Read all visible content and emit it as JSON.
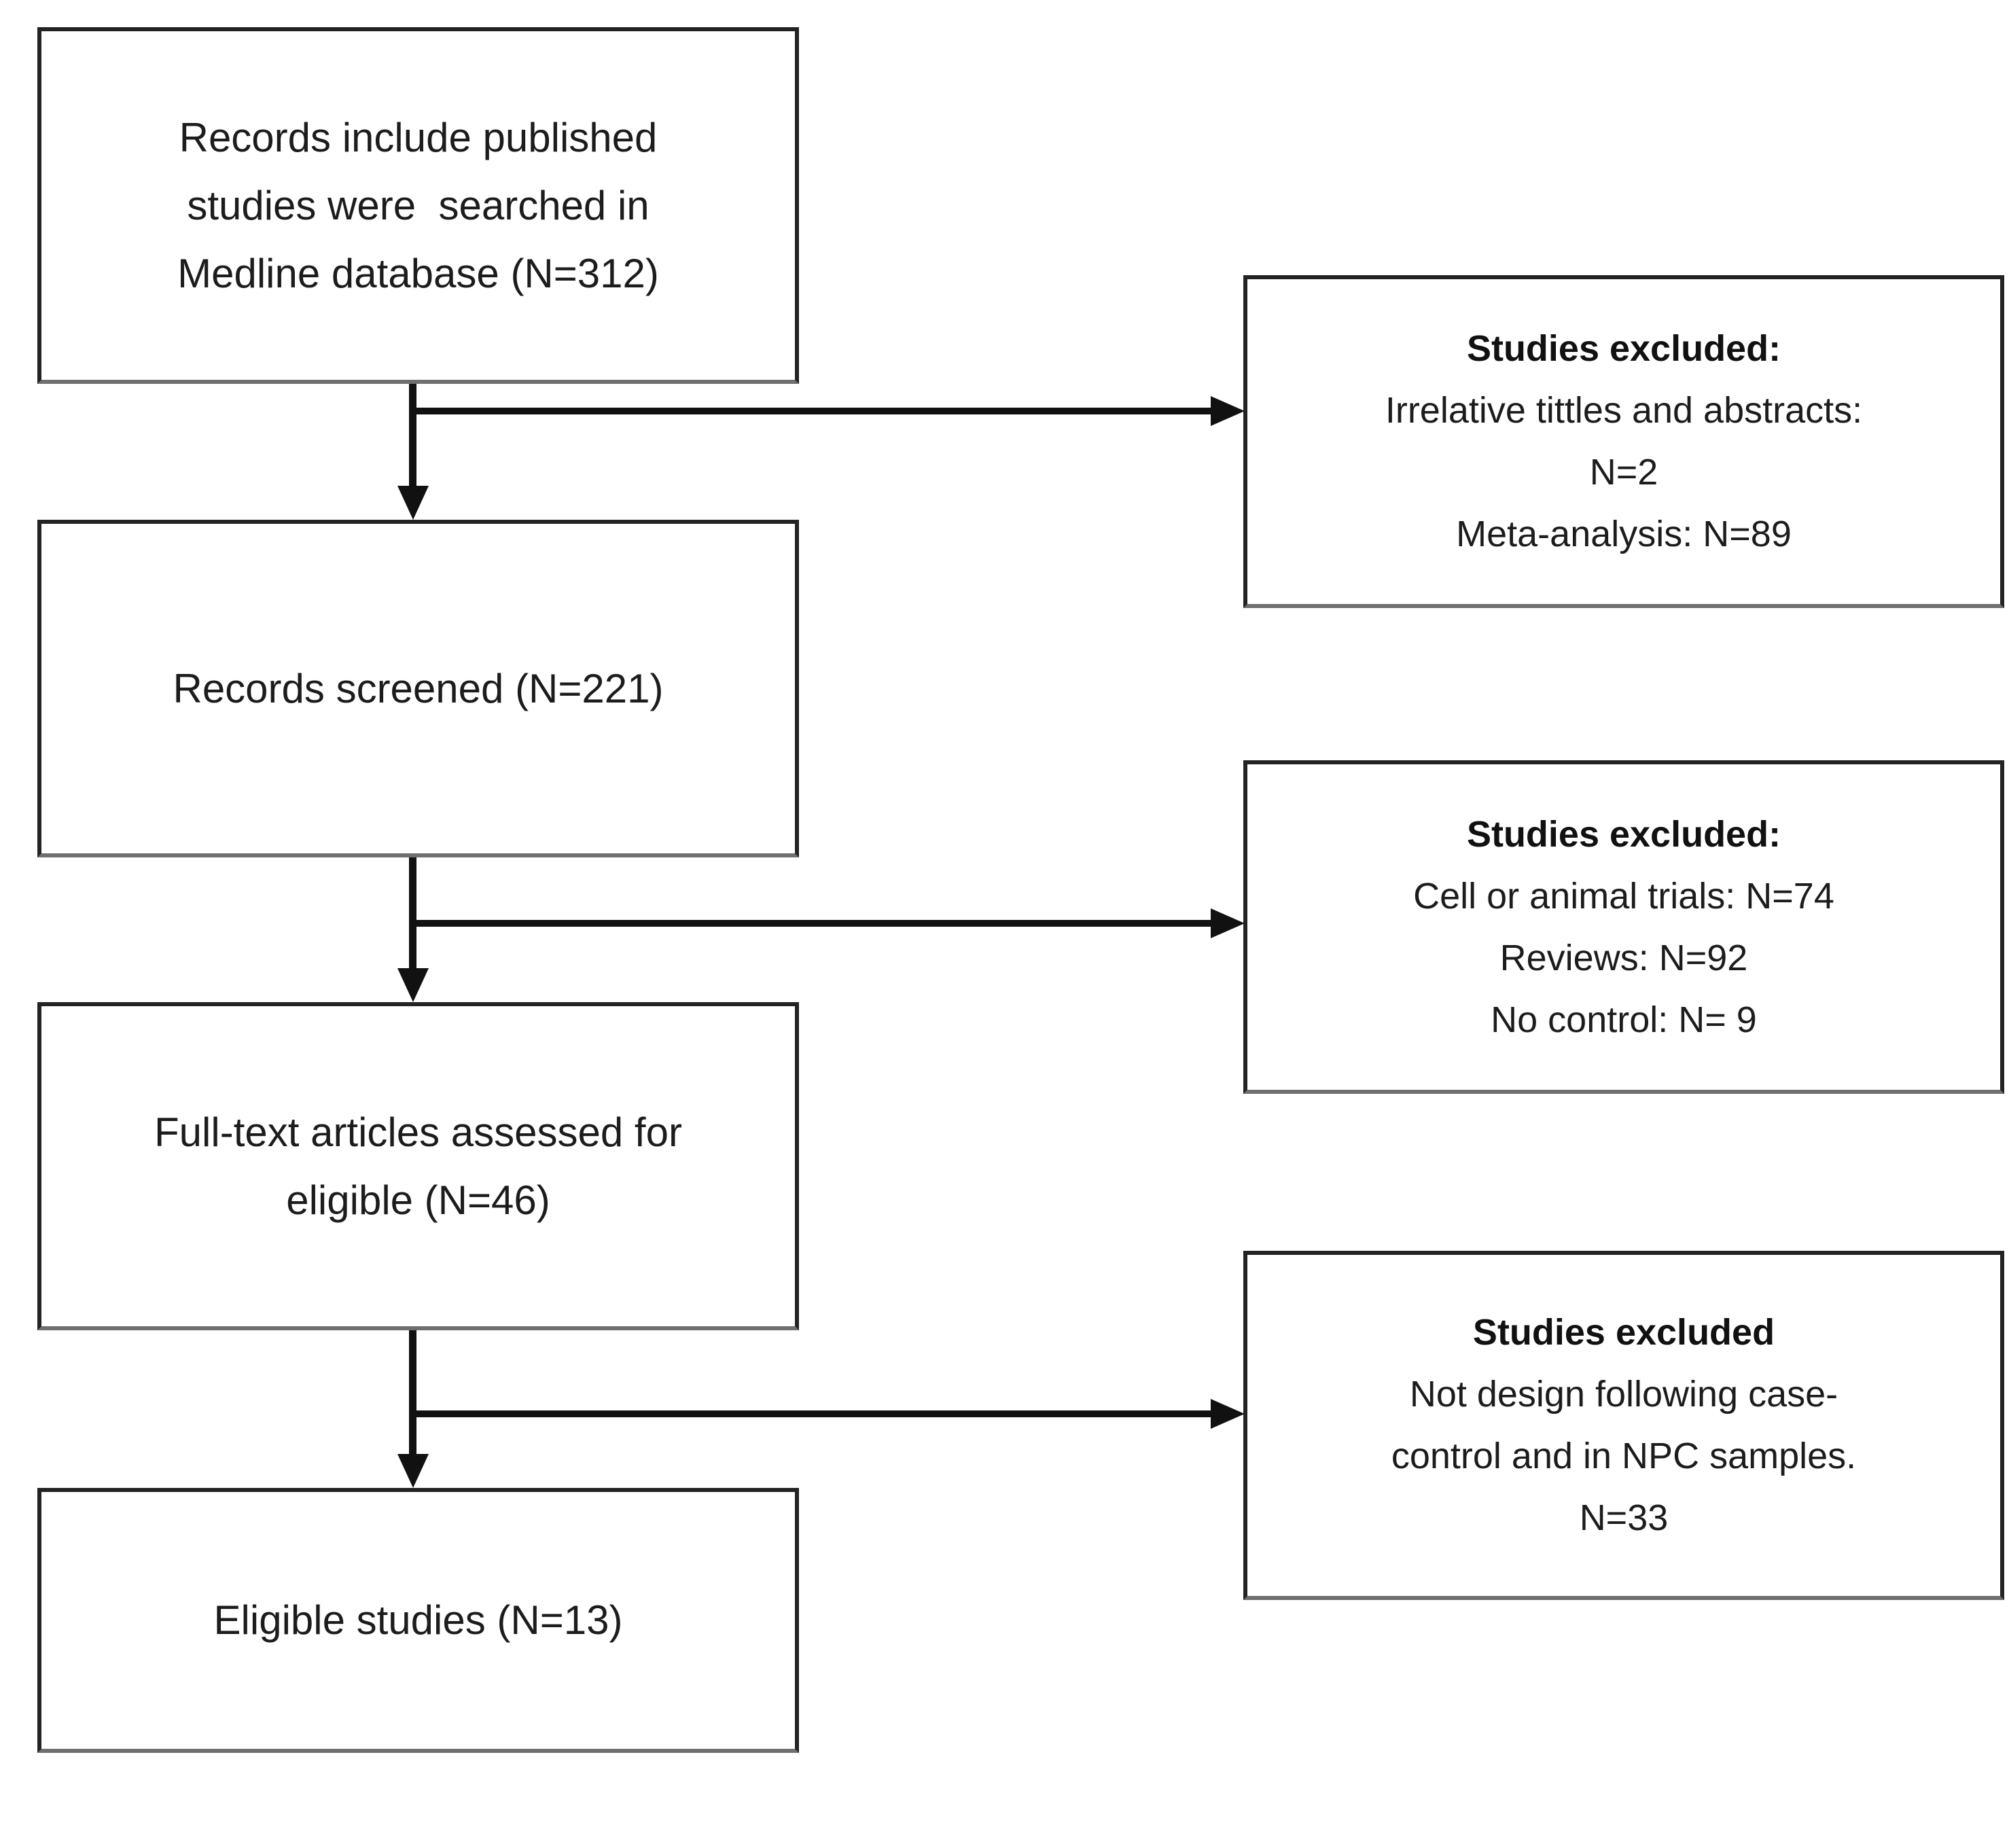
{
  "diagram": {
    "kind": "study-selection-flowchart",
    "colors": {
      "background": "#ffffff",
      "box_fill": "#ffffff",
      "box_border": "#232323",
      "box_border_shadow": "#6f6f6f",
      "text": "#1c1c1c",
      "arrow": "#111111"
    },
    "flow_boxes": [
      {
        "id": "records-identified",
        "n": 312,
        "text": "Records include published\nstudies were  searched in\nMedline database (N=312)"
      },
      {
        "id": "records-screened",
        "n": 221,
        "text": "Records screened (N=221)"
      },
      {
        "id": "fulltext-assessed",
        "n": 46,
        "text": "Full-text articles assessed for\neligible (N=46)"
      },
      {
        "id": "eligible-studies",
        "n": 13,
        "text": "Eligible studies (N=13)"
      }
    ],
    "exclusion_boxes": [
      {
        "id": "excluded-screening",
        "title": "Studies excluded:",
        "body": "Irrelative tittles and abstracts:\nN=2\nMeta-analysis: N=89"
      },
      {
        "id": "excluded-fulltext",
        "title": "Studies excluded:",
        "body": "Cell or animal trials: N=74\nReviews: N=92\nNo control: N= 9"
      },
      {
        "id": "excluded-design",
        "title": "Studies excluded",
        "body": "Not design following case-\ncontrol and in NPC samples.\nN=33"
      }
    ],
    "edges": [
      {
        "from": "records-identified",
        "to": "records-screened",
        "type": "down-arrow"
      },
      {
        "from": "records-identified",
        "to": "excluded-screening",
        "type": "branch-right-arrow"
      },
      {
        "from": "records-screened",
        "to": "fulltext-assessed",
        "type": "down-arrow"
      },
      {
        "from": "records-screened",
        "to": "excluded-fulltext",
        "type": "branch-right-arrow"
      },
      {
        "from": "fulltext-assessed",
        "to": "eligible-studies",
        "type": "down-arrow"
      },
      {
        "from": "fulltext-assessed",
        "to": "excluded-design",
        "type": "branch-right-arrow"
      }
    ]
  }
}
